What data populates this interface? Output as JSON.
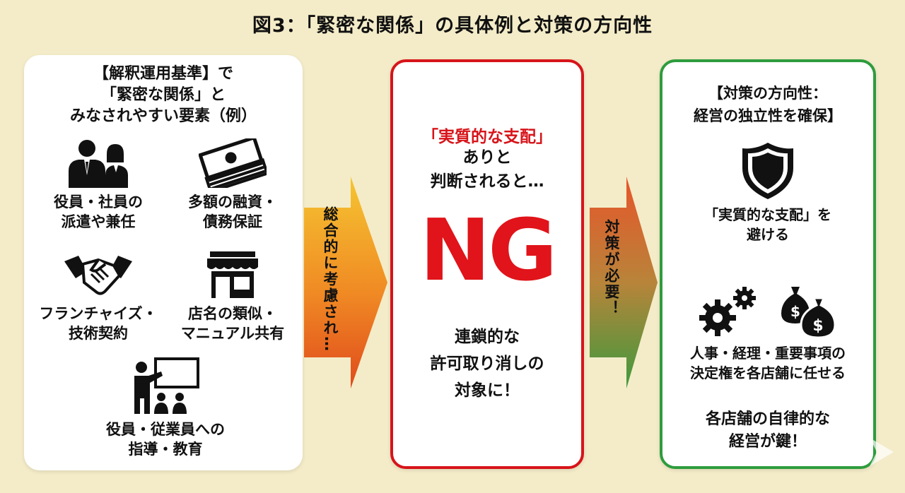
{
  "title": "図3：「緊密な関係」の具体例と対策の方向性",
  "left": {
    "heading": "【解釈運用基準】で\n「緊密な関係」と\nみなされやすい要素（例）",
    "items": [
      {
        "icon": "business-people-icon",
        "caption": "役員・社員の\n派遣や兼任"
      },
      {
        "icon": "money-stack-icon",
        "caption": "多額の融資・\n債務保証"
      },
      {
        "icon": "handshake-icon",
        "caption": "フランチャイズ・\n技術契約"
      },
      {
        "icon": "storefront-icon",
        "caption": "店名の類似・\nマニュアル共有"
      },
      {
        "icon": "presentation-teacher-icon",
        "caption": "役員・従業員への\n指導・教育"
      }
    ]
  },
  "arrow1": {
    "label": "総合的に考慮され…"
  },
  "middle": {
    "red_line": "「実質的な支配」",
    "line2": "ありと\n判断されると…",
    "ng": "NG",
    "bottom": "連鎖的な\n許可取り消しの\n対象に！"
  },
  "arrow2": {
    "label": "対策が必要！"
  },
  "right": {
    "heading": "【対策の方向性：\n経営の独立性を確保】",
    "item1": {
      "icon": "shield-icon",
      "caption": "「実質的な支配」を\n避ける"
    },
    "item2": {
      "icons": [
        "gears-icon",
        "money-bags-icon"
      ],
      "caption": "人事・経理・重要事項の\n決定権を各店舗に任せる"
    },
    "conclusion": "各店舗の自律的な\n経営が鍵！"
  },
  "colors": {
    "red": "#d7141a",
    "green": "#2e9c3e",
    "background": "#f4ecc8"
  }
}
